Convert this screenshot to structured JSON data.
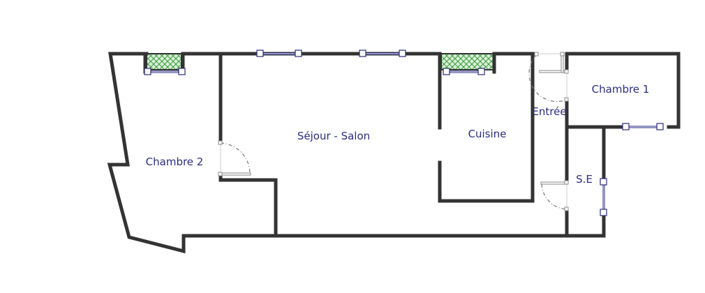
{
  "rooms": {
    "chambre2": "Chambre 2",
    "sejour": "Séjour - Salon",
    "cuisine": "Cuisine",
    "entree": "Entrée",
    "chambre1": "Chambre 1",
    "se": "S.E"
  },
  "colors": {
    "wall": "#333333",
    "label": "#2b2b85",
    "window": "#2a2a8a",
    "hatch": "#3a9a3a"
  }
}
